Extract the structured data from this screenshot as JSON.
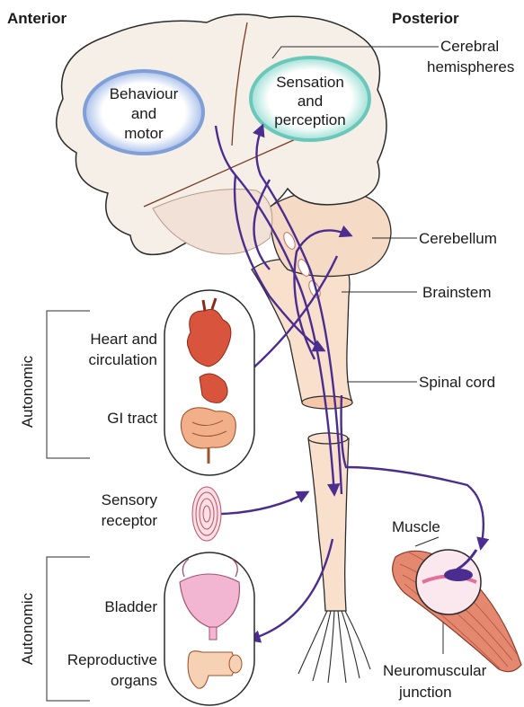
{
  "header": {
    "anterior": "Anterior",
    "posterior": "Posterior"
  },
  "brain": {
    "behaviour": [
      "Behaviour",
      "and",
      "motor"
    ],
    "sensation": [
      "Sensation",
      "and",
      "perception"
    ]
  },
  "labels": {
    "cerebral": [
      "Cerebral",
      "hemispheres"
    ],
    "cerebellum": "Cerebellum",
    "brainstem": "Brainstem",
    "spinal_cord": "Spinal cord",
    "muscle": "Muscle",
    "nmj": [
      "Neuromuscular",
      "junction"
    ]
  },
  "left": {
    "autonomic_top": "Autonomic",
    "heart": [
      "Heart and",
      "circulation"
    ],
    "gi": "GI tract",
    "sensory": [
      "Sensory",
      "receptor"
    ],
    "autonomic_bottom": "Autonomic",
    "bladder": "Bladder",
    "repro": [
      "Reproductive",
      "organs"
    ]
  },
  "colors": {
    "pathway": "#4b2d8f",
    "brain_fill": "#f6efe8",
    "stem_fill": "#f8e0cc",
    "outline": "#2b2b2b",
    "behaviour_oval": "#7f9fd6",
    "sensation_oval": "#6cc7bb",
    "organ_red": "#d9543c",
    "bladder_pink": "#f3b6d2"
  }
}
